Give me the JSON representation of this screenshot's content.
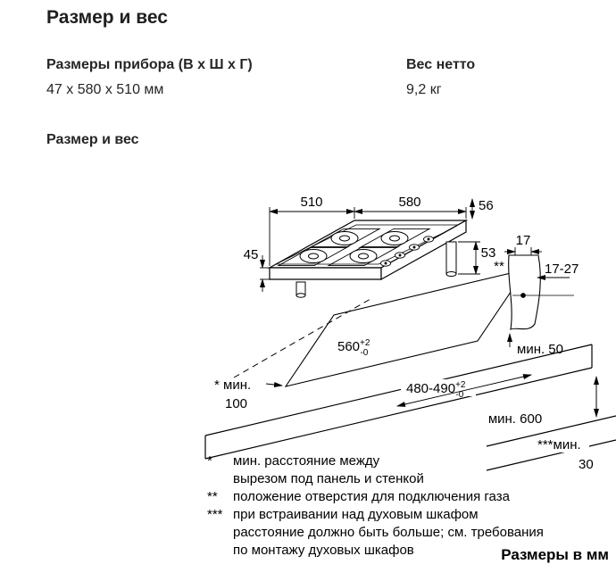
{
  "page": {
    "title": "Размер и вес",
    "section_title": "Размер и вес"
  },
  "specs": {
    "dimensions_label": "Размеры прибора (В х Ш х Г)",
    "dimensions_value": "47 x 580 x 510 мм",
    "weight_label": "Вес нетто",
    "weight_value": "9,2 кг"
  },
  "diagram": {
    "dims": {
      "depth": "510",
      "width": "580",
      "height_56": "56",
      "height_45": "45",
      "depth_53": "53",
      "gas_17": "17",
      "gas_17_27": "17-27",
      "min_50": "мин. 50",
      "cutout_depth": "560",
      "tol_plus": "+2",
      "tol_minus": "-0",
      "cutout_width": "480-490",
      "star2": "**",
      "min_100_line1": "* мин.",
      "min_100_line2": "100",
      "min_600": "мин. 600",
      "min_30_line1": "***мин.",
      "min_30_line2": "30"
    },
    "footnotes": [
      {
        "marker": "*",
        "lines": [
          "мин. расстояние между",
          "вырезом под панель и стенкой"
        ]
      },
      {
        "marker": "**",
        "lines": [
          "положение отверстия для подключения газа"
        ]
      },
      {
        "marker": "***",
        "lines": [
          "при встраивании над духовым шкафом",
          "расстояние должно быть больше; см. требования",
          "по монтажу духовых шкафов"
        ]
      }
    ],
    "units": "Размеры в мм"
  }
}
